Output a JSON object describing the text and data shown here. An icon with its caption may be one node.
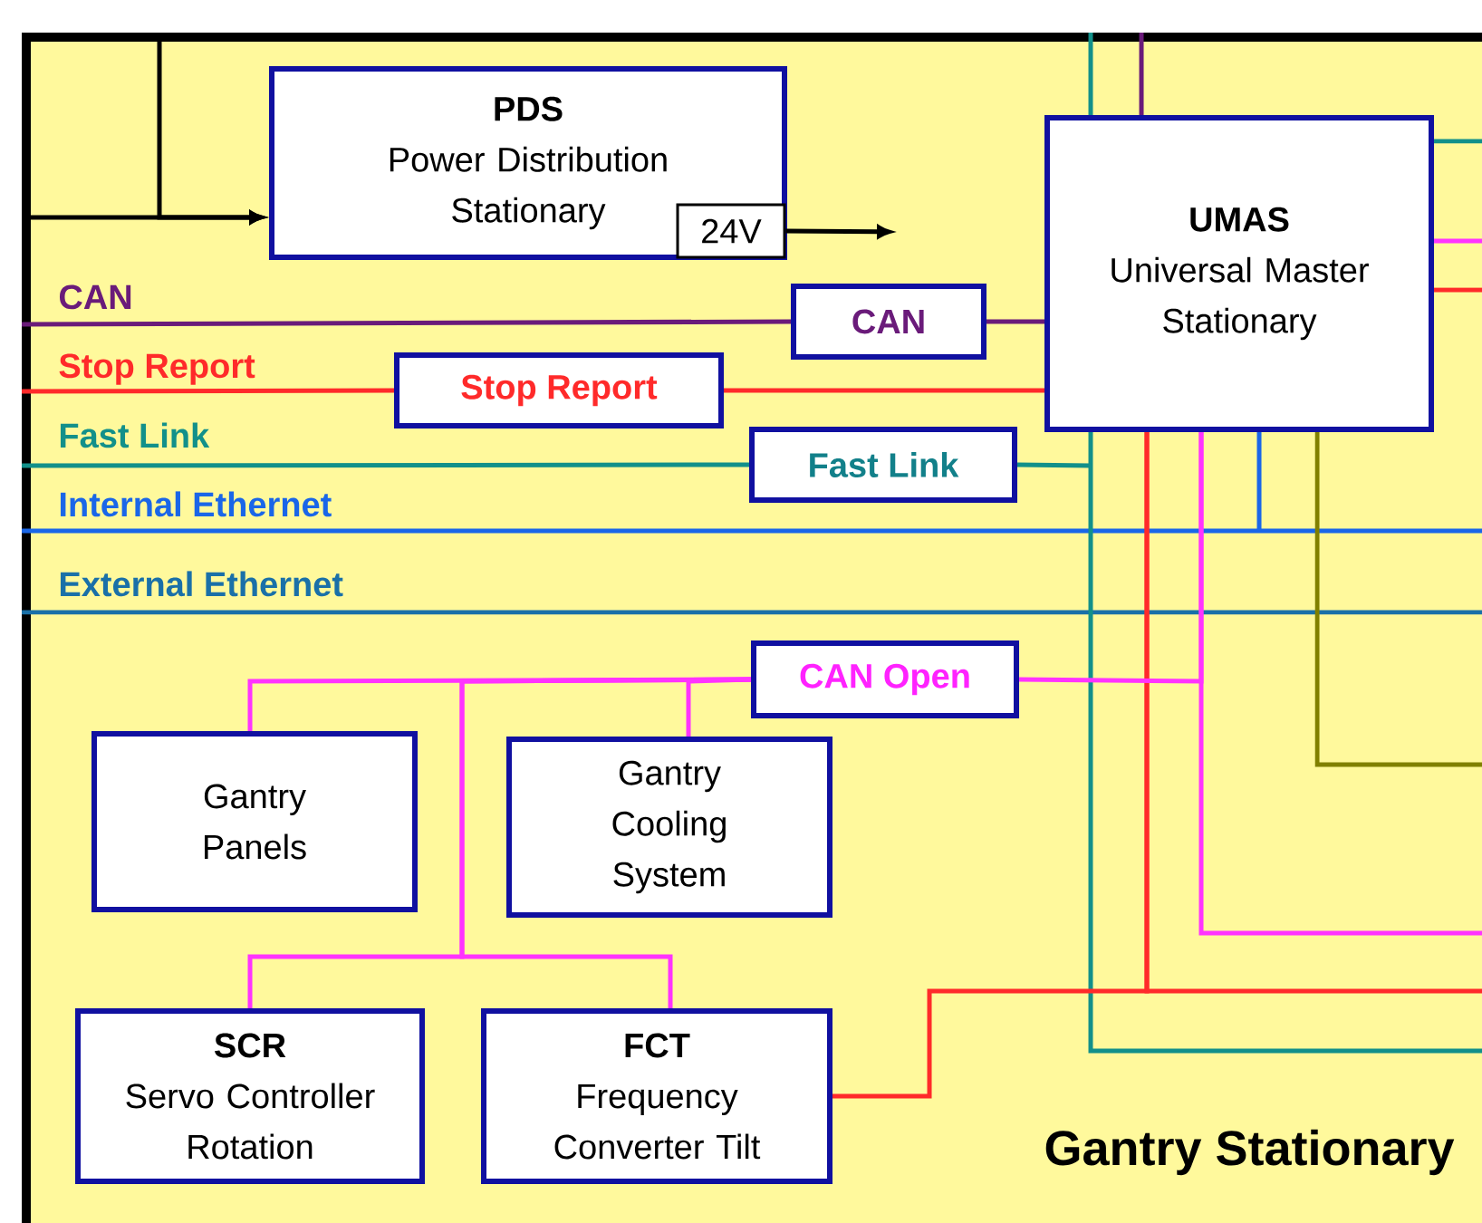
{
  "diagram": {
    "nodes": [
      {
        "text": [
          "Gantry Stationary"
        ]
      },
      {
        "text": [
          "PDS",
          "Power Distribution Stationary"
        ],
        "in": 0
      },
      {
        "text": [
          "24V"
        ],
        "in": 1
      },
      {
        "text": [
          "UMAS",
          "Universal Master Stationary"
        ],
        "in": 0
      },
      {
        "text": [
          "CAN"
        ],
        "in": 0
      },
      {
        "text": [
          "Stop Report"
        ],
        "in": 0
      },
      {
        "text": [
          "Fast Link"
        ],
        "in": 0
      },
      {
        "text": [
          "CAN Open"
        ],
        "in": 0
      },
      {
        "text": [
          "Gantry Panels"
        ],
        "in": 0
      },
      {
        "text": [
          "Gantry Cooling System"
        ],
        "in": 0
      },
      {
        "text": [
          "SCR",
          "Servo Controller Rotation"
        ],
        "in": 0
      },
      {
        "text": [
          "FCT",
          "Frequency Converter Tilt"
        ],
        "in": 0
      }
    ],
    "edges": [
      {
        "from": null,
        "to": 1,
        "arrow": "to",
        "color": "#000000"
      },
      {
        "from": null,
        "to": 1,
        "arrow": "to",
        "color": "#000000"
      },
      {
        "from": 2,
        "to": null,
        "arrow": "to",
        "color": "#000000"
      },
      {
        "from": null,
        "to": 4,
        "arrow": "none",
        "color": "#6a1b7a"
      },
      {
        "from": 4,
        "to": 3,
        "arrow": "none",
        "color": "#6a1b7a"
      },
      {
        "from": 3,
        "to": null,
        "arrow": "none",
        "color": "#6a1b7a"
      },
      {
        "from": null,
        "to": 5,
        "arrow": "none",
        "color": "#ff2a2a"
      },
      {
        "from": 5,
        "to": 3,
        "arrow": "none",
        "color": "#ff2a2a"
      },
      {
        "from": null,
        "to": 6,
        "arrow": "none",
        "color": "#12908a"
      },
      {
        "from": 6,
        "to": null,
        "arrow": "none",
        "color": "#12908a"
      },
      {
        "from": 3,
        "to": null,
        "arrow": "none",
        "color": "#12908a"
      },
      {
        "from": 3,
        "to": null,
        "arrow": "none"
      },
      {
        "from": 3,
        "to": null,
        "arrow": "none",
        "color": "#ff2a2a"
      },
      {
        "from": 3,
        "to": null,
        "arrow": "none",
        "color": "#1a66e8"
      },
      {
        "from": 3,
        "to": null,
        "arrow": "none",
        "color": "#808000"
      },
      {
        "from": 11,
        "to": 3,
        "arrow": "none",
        "color": "#ff2a2a"
      },
      {
        "from": 3,
        "to": null,
        "arrow": "none",
        "color": "#ff2a2a"
      },
      {
        "from": 7,
        "to": 3,
        "arrow": "none"
      },
      {
        "from": 3,
        "to": null,
        "arrow": "none"
      },
      {
        "from": 7,
        "to": 8,
        "arrow": "none"
      },
      {
        "from": 7,
        "to": 9,
        "arrow": "none"
      },
      {
        "from": 7,
        "to": 10,
        "arrow": "none"
      },
      {
        "from": 7,
        "to": 11,
        "arrow": "none"
      }
    ],
    "labels": [
      "CAN",
      "Stop Report",
      "Fast Link",
      "Internal Ethernet",
      "External Ethernet"
    ]
  }
}
